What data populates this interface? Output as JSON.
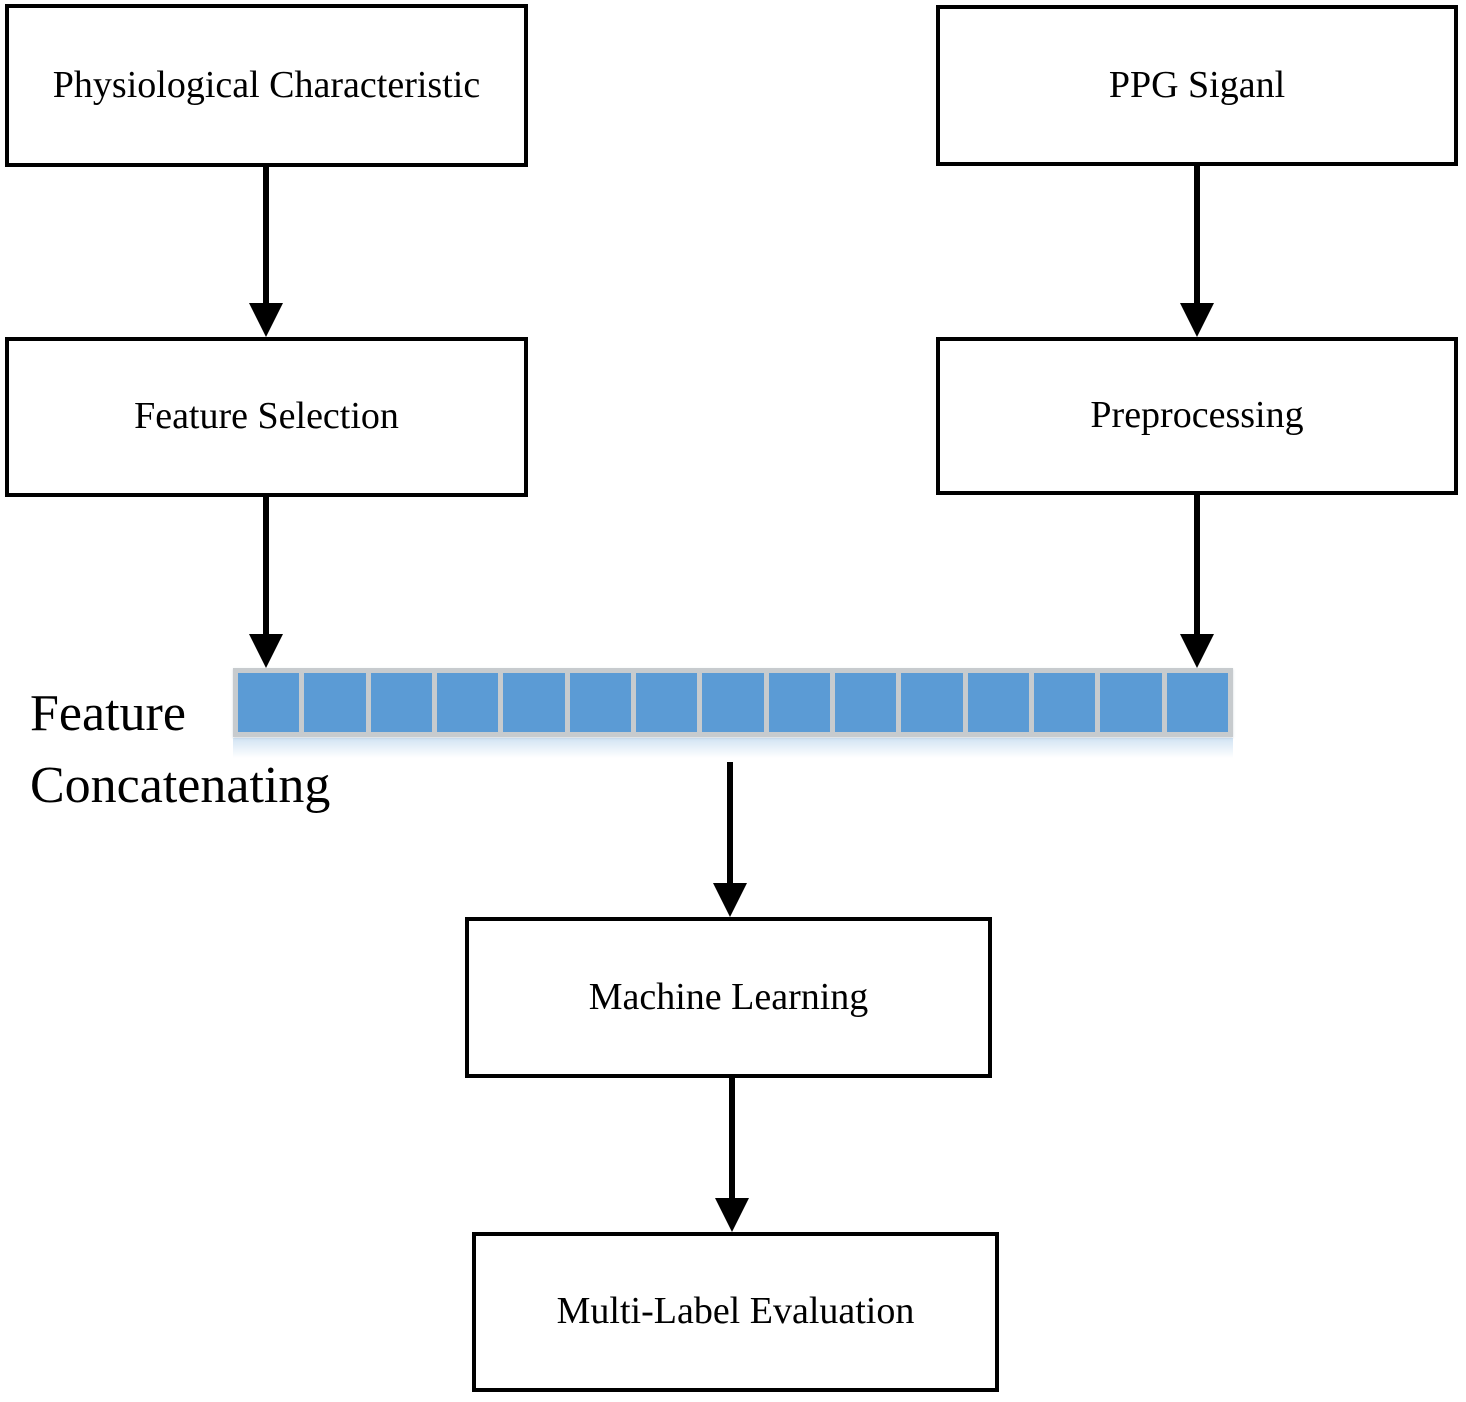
{
  "diagram": {
    "nodes": {
      "physiological": {
        "label": "Physiological Characteristic"
      },
      "ppg": {
        "label": "PPG Siganl"
      },
      "feature_selection": {
        "label": "Feature Selection"
      },
      "preprocessing": {
        "label": "Preprocessing"
      },
      "machine_learning": {
        "label": "Machine Learning"
      },
      "multi_label_evaluation": {
        "label": "Multi-Label Evaluation"
      }
    },
    "feature_concatenating": {
      "line1": "Feature",
      "line2": "Concatenating"
    },
    "bar": {
      "segment_count": 15,
      "cell_color": "#5b9bd5",
      "frame_color": "#c7cbce"
    },
    "edges": [
      {
        "from": "physiological",
        "to": "feature_selection"
      },
      {
        "from": "ppg",
        "to": "preprocessing"
      },
      {
        "from": "feature_selection",
        "to": "feature_concatenating_bar"
      },
      {
        "from": "preprocessing",
        "to": "feature_concatenating_bar"
      },
      {
        "from": "feature_concatenating_bar",
        "to": "machine_learning"
      },
      {
        "from": "machine_learning",
        "to": "multi_label_evaluation"
      }
    ],
    "colors": {
      "background": "#ffffff",
      "box_border": "#000000",
      "arrow": "#000000",
      "text": "#000000"
    }
  }
}
